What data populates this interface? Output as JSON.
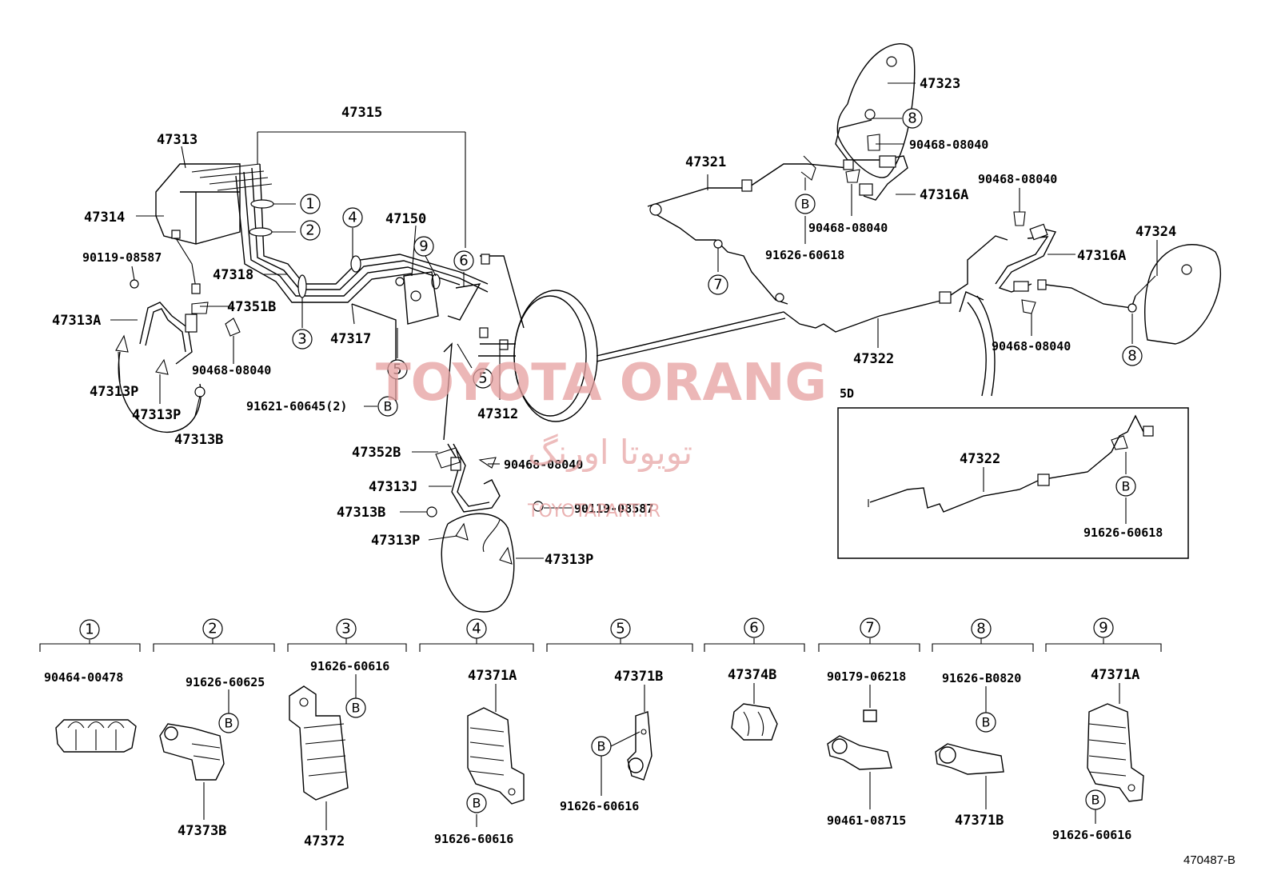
{
  "diagram": {
    "watermark": {
      "latin": "TOYOTA ORANG",
      "persian": "تویوتا اورنگ",
      "site": "TOYOTAPART.IR"
    },
    "reference": "470487-B",
    "inset_label": "5D",
    "main_labels": {
      "p47315": "47315",
      "p47313": "47313",
      "p47314": "47314",
      "p90119a": "90119-08587",
      "p47313A": "47313A",
      "p47351B": "47351B",
      "p90468a": "90468-08040",
      "p47313P_a": "47313P",
      "p47313P_b": "47313P",
      "p47313B_a": "47313B",
      "p47318": "47318",
      "p47317": "47317",
      "p47150": "47150",
      "p91621": "91621-60645(2)",
      "p47312": "47312",
      "p47352B": "47352B",
      "p90468b": "90468-08040",
      "p47313J": "47313J",
      "p90119b": "90119-08587",
      "p47313B_b": "47313B",
      "p47313P_c": "47313P",
      "p47313P_d": "47313P",
      "p47321": "47321",
      "p91626a": "91626-60618",
      "p47323": "47323",
      "p90468c": "90468-08040",
      "p47316A_a": "47316A",
      "p90468d": "90468-08040",
      "p90468e": "90468-08040",
      "p47316A_b": "47316A",
      "p47324": "47324",
      "p90468f": "90468-08040",
      "p47322": "47322",
      "inset_47322": "47322",
      "inset_91626": "91626-60618"
    },
    "callouts": {
      "c1": "1",
      "c2": "2",
      "c3": "3",
      "c4": "4",
      "c5a": "5",
      "c5b": "5",
      "c6": "6",
      "c7": "7",
      "c8a": "8",
      "c8b": "8",
      "c9": "9",
      "bA": "B",
      "bB": "B",
      "bC": "B"
    },
    "clamps": [
      {
        "num": "1",
        "parts": [
          "90464-00478"
        ]
      },
      {
        "num": "2",
        "parts": [
          "91626-60625",
          "47373B"
        ],
        "b": "B"
      },
      {
        "num": "3",
        "parts": [
          "91626-60616",
          "47372"
        ],
        "b": "B"
      },
      {
        "num": "4",
        "parts": [
          "47371A",
          "91626-60616"
        ],
        "b": "B"
      },
      {
        "num": "5",
        "parts": [
          "47371B",
          "91626-60616"
        ],
        "b": "B"
      },
      {
        "num": "6",
        "parts": [
          "47374B"
        ]
      },
      {
        "num": "7",
        "parts": [
          "90179-06218",
          "90461-08715"
        ]
      },
      {
        "num": "8",
        "parts": [
          "91626-B0820",
          "47371B"
        ],
        "b": "B"
      },
      {
        "num": "9",
        "parts": [
          "47371A",
          "91626-60616"
        ],
        "b": "B"
      }
    ]
  }
}
